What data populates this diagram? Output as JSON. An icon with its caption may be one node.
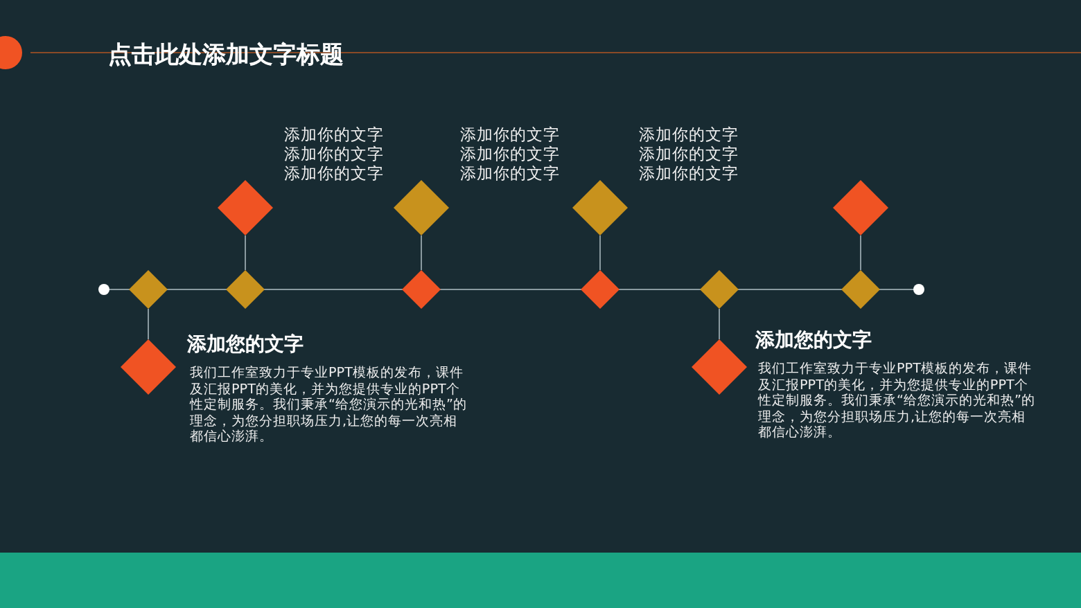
{
  "diagram": {
    "title": "点击此处添加文字标题",
    "nodes": [
      {
        "text": [],
        "shape": "diamond",
        "beside": [
          "添加你的文字",
          "添加你的文字",
          "添加你的文字"
        ]
      },
      {
        "text": [],
        "shape": "diamond",
        "beside": [
          "添加你的文字",
          "添加你的文字",
          "添加你的文字"
        ]
      },
      {
        "text": [],
        "shape": "diamond",
        "beside": [
          "添加你的文字",
          "添加你的文字",
          "添加你的文字"
        ]
      },
      {
        "text": [],
        "shape": "diamond"
      },
      {
        "text": [],
        "shape": "diamond"
      },
      {
        "text": [],
        "shape": "diamond"
      },
      {
        "text": [],
        "shape": "diamond"
      },
      {
        "text": [],
        "shape": "diamond"
      },
      {
        "text": [],
        "shape": "diamond"
      },
      {
        "text": [],
        "shape": "diamond"
      },
      {
        "text": [],
        "shape": "diamond",
        "beside": [
          "添加您的文字",
          "我们工作室致力于专业PPT模板的发布，课件及汇报PPT的美化，并为您提供专业的PPT个性定制服务。我们秉承“给您演示的光和热”的理念，为您分担职场压力,让您的每一次亮相都信心澎湃。"
        ]
      },
      {
        "text": [],
        "shape": "diamond",
        "beside": [
          "添加您的文字",
          "我们工作室致力于专业PPT模板的发布，课件及汇报PPT的美化，并为您提供专业的PPT个性定制服务。我们秉承“给您演示的光和热”的理念，为您分担职场压力,让您的每一次亮相都信心澎湃。"
        ]
      }
    ],
    "edges": [
      {
        "from": 5,
        "to": 0,
        "arrow": "none"
      },
      {
        "from": 6,
        "to": 1,
        "arrow": "none"
      },
      {
        "from": 7,
        "to": 2,
        "arrow": "none"
      },
      {
        "from": 9,
        "to": 3,
        "arrow": "none"
      },
      {
        "from": 4,
        "to": 10,
        "arrow": "none"
      },
      {
        "from": 8,
        "to": 11,
        "arrow": "none"
      }
    ]
  }
}
